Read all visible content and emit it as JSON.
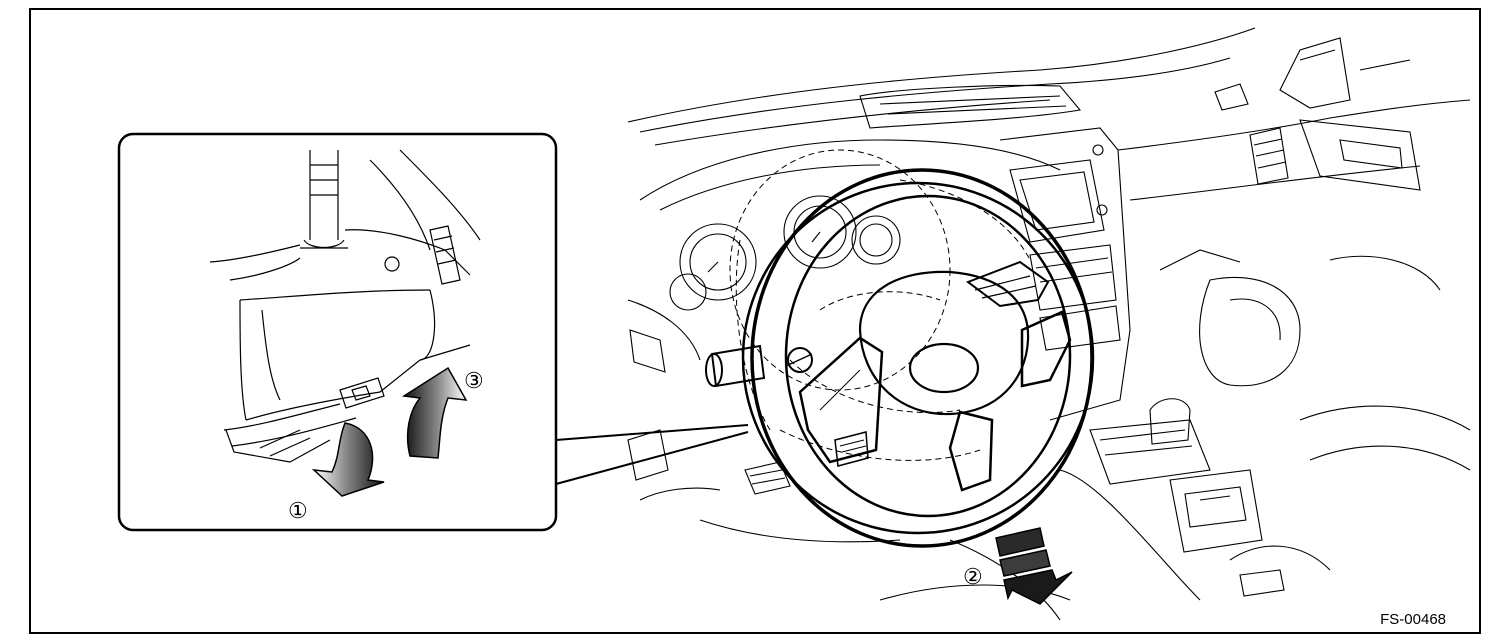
{
  "figure": {
    "code": "FS-00468",
    "callouts": {
      "step1": "①",
      "step2": "②",
      "step3": "③"
    }
  }
}
